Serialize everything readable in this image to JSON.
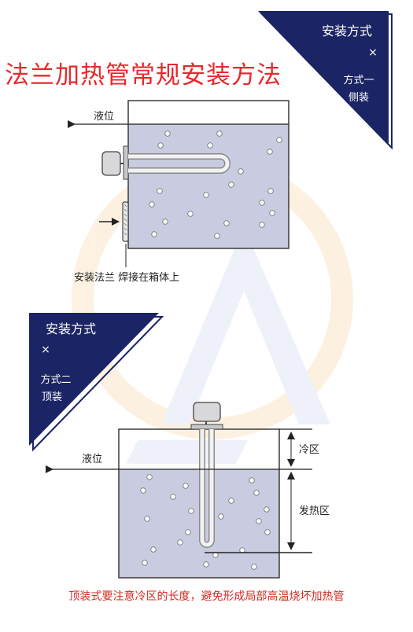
{
  "title": "法兰加热管常规安装方法",
  "colors": {
    "accent_red": "#e8282c",
    "banner_navy": "#1b2464",
    "tank_fill": "#c9cce0",
    "tank_stroke": "#3a3a3a"
  },
  "method1": {
    "heading": "安装方式",
    "times": "×",
    "name": "方式一",
    "kind": "侧装",
    "liquid_label": "液位",
    "flange_label": "安装法兰 焊接在箱体上"
  },
  "method2": {
    "heading": "安装方式",
    "times": "×",
    "name": "方式二",
    "kind": "顶装",
    "liquid_label": "液位",
    "cold_zone": "冷区",
    "hot_zone": "发热区"
  },
  "note": "顶装式要注意冷区的长度，避免形成局部高温烧坏加热管"
}
